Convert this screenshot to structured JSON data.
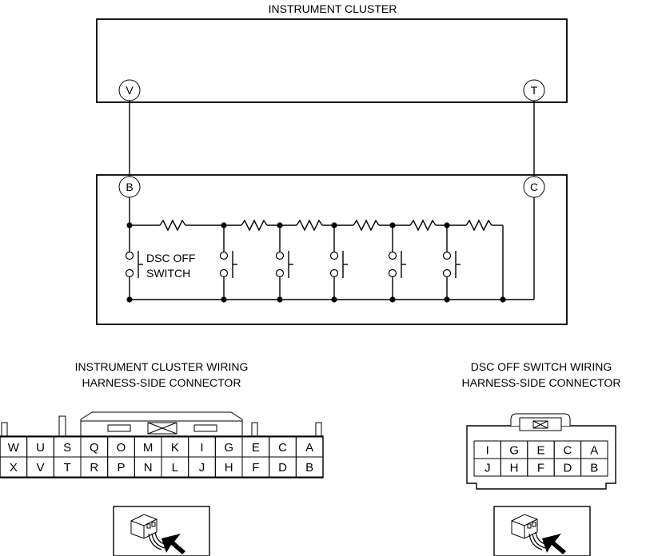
{
  "cluster": {
    "title": "INSTRUMENT CLUSTER",
    "pin_left": "V",
    "pin_right": "T"
  },
  "switch": {
    "pin_left": "B",
    "pin_right": "C",
    "label_line1": "DSC OFF",
    "label_line2": "SWITCH"
  },
  "cluster_connector": {
    "title_line1": "INSTRUMENT CLUSTER WIRING",
    "title_line2": "HARNESS-SIDE CONNECTOR",
    "top_row": [
      "W",
      "U",
      "S",
      "Q",
      "O",
      "M",
      "K",
      "I",
      "G",
      "E",
      "C",
      "A"
    ],
    "bottom_row": [
      "X",
      "V",
      "T",
      "R",
      "P",
      "N",
      "L",
      "J",
      "H",
      "F",
      "D",
      "B"
    ]
  },
  "switch_connector": {
    "title_line1": "DSC OFF SWITCH WIRING",
    "title_line2": "HARNESS-SIDE CONNECTOR",
    "top_row": [
      "I",
      "G",
      "E",
      "C",
      "A"
    ],
    "bottom_row": [
      "J",
      "H",
      "F",
      "D",
      "B"
    ]
  }
}
